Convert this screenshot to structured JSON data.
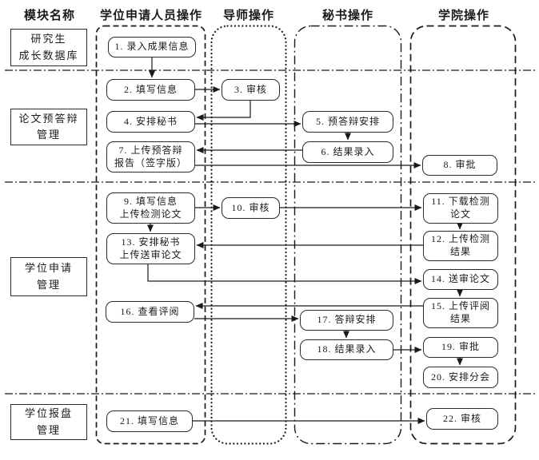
{
  "headers": {
    "module": "模块名称",
    "applicant": "学位申请人员操作",
    "advisor": "导师操作",
    "secretary": "秘书操作",
    "college": "学院操作"
  },
  "modules": [
    {
      "lines": [
        "研究生",
        "成长数据库"
      ]
    },
    {
      "lines": [
        "论文预答辩",
        "管理"
      ]
    },
    {
      "lines": [
        "学位申请",
        "管理"
      ]
    },
    {
      "lines": [
        "学位报盘",
        "管理"
      ]
    }
  ],
  "steps": [
    {
      "id": 1,
      "lane": "applicant",
      "lines": [
        "1. 录入成果信息"
      ]
    },
    {
      "id": 2,
      "lane": "applicant",
      "lines": [
        "2. 填写信息"
      ]
    },
    {
      "id": 3,
      "lane": "advisor",
      "lines": [
        "3. 审核"
      ]
    },
    {
      "id": 4,
      "lane": "applicant",
      "lines": [
        "4. 安排秘书"
      ]
    },
    {
      "id": 5,
      "lane": "secretary",
      "lines": [
        "5. 预答辩安排"
      ]
    },
    {
      "id": 6,
      "lane": "secretary",
      "lines": [
        "6. 结果录入"
      ]
    },
    {
      "id": 7,
      "lane": "applicant",
      "lines": [
        "7. 上传预答辩",
        "报告（签字版）"
      ]
    },
    {
      "id": 8,
      "lane": "college",
      "lines": [
        "8. 审批"
      ]
    },
    {
      "id": 9,
      "lane": "applicant",
      "lines": [
        "9. 填写信息",
        "上传检测论文"
      ]
    },
    {
      "id": 10,
      "lane": "advisor",
      "lines": [
        "10. 审核"
      ]
    },
    {
      "id": 11,
      "lane": "college",
      "lines": [
        "11. 下载检测",
        "论文"
      ]
    },
    {
      "id": 12,
      "lane": "college",
      "lines": [
        "12. 上传检测",
        "结果"
      ]
    },
    {
      "id": 13,
      "lane": "applicant",
      "lines": [
        "13. 安排秘书",
        "上传送审论文"
      ]
    },
    {
      "id": 14,
      "lane": "college",
      "lines": [
        "14. 送审论文"
      ]
    },
    {
      "id": 15,
      "lane": "college",
      "lines": [
        "15. 上传评阅",
        "结果"
      ]
    },
    {
      "id": 16,
      "lane": "applicant",
      "lines": [
        "16. 查看评阅"
      ]
    },
    {
      "id": 17,
      "lane": "secretary",
      "lines": [
        "17. 答辩安排"
      ]
    },
    {
      "id": 18,
      "lane": "secretary",
      "lines": [
        "18. 结果录入"
      ]
    },
    {
      "id": 19,
      "lane": "college",
      "lines": [
        "19. 审批"
      ]
    },
    {
      "id": 20,
      "lane": "college",
      "lines": [
        "20. 安排分会"
      ]
    },
    {
      "id": 21,
      "lane": "applicant",
      "lines": [
        "21. 填写信息"
      ]
    },
    {
      "id": 22,
      "lane": "college",
      "lines": [
        "22. 审核"
      ]
    }
  ],
  "flows": [
    "1→2",
    "2→3",
    "3→4",
    "4→5",
    "5→6",
    "6→7",
    "7→8",
    "9→10",
    "9→13",
    "10→11",
    "11→12",
    "12→13",
    "13→14",
    "14→15",
    "15→16",
    "16→17",
    "17→18",
    "18→19",
    "19→20",
    "21→22"
  ],
  "colors": {
    "line": "#1a1a1a",
    "background": "#ffffff"
  }
}
